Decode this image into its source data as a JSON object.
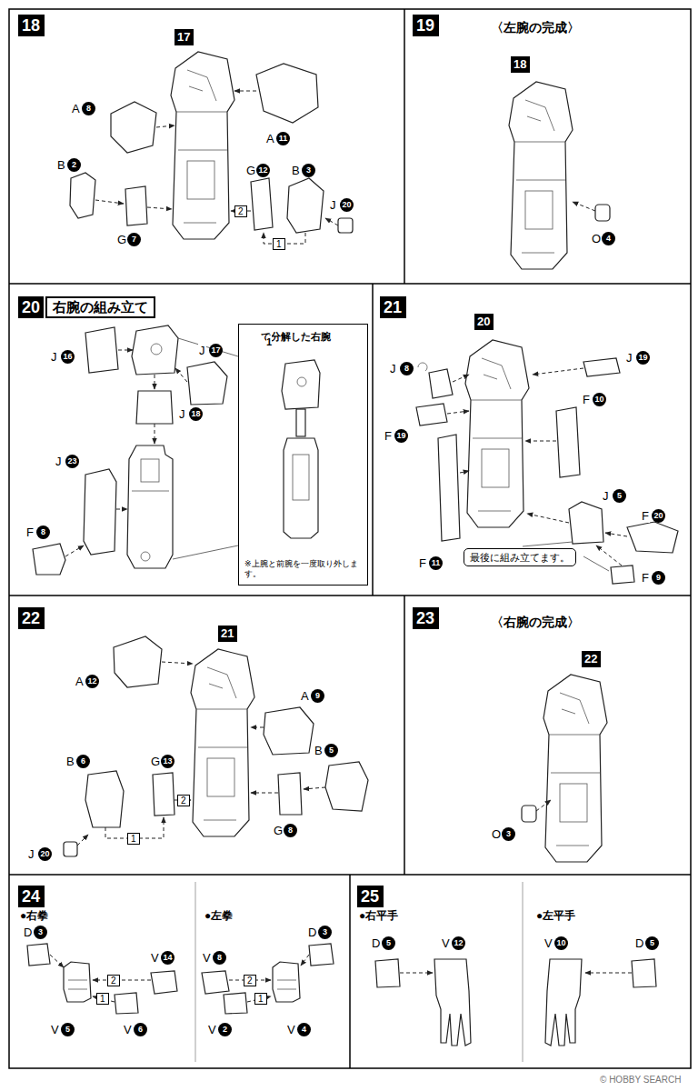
{
  "diagram": {
    "nodes": [
      {
        "text": [
          "18"
        ]
      },
      {
        "text": [
          "17"
        ]
      },
      {
        "text": [
          "2"
        ]
      },
      {
        "text": [
          "1"
        ]
      },
      {
        "text": [
          "19"
        ]
      },
      {
        "text": [
          "18"
        ]
      },
      {
        "text": [
          "20",
          "右腕の組み立て"
        ]
      },
      {
        "text": [
          "で分解した右腕",
          "※上腕と前腕を一度取り外します。"
        ]
      },
      {
        "text": [
          "1"
        ],
        "in": 7
      },
      {
        "text": [
          "21"
        ]
      },
      {
        "text": [
          "20"
        ]
      },
      {
        "text": [
          "最後に組み立てます。"
        ]
      },
      {
        "text": [
          "22"
        ]
      },
      {
        "text": [
          "21"
        ]
      },
      {
        "text": [
          "2"
        ]
      },
      {
        "text": [
          "1"
        ]
      },
      {
        "text": [
          "23"
        ]
      },
      {
        "text": [
          "22"
        ]
      },
      {
        "text": [
          "24"
        ]
      },
      {
        "text": [
          "2"
        ]
      },
      {
        "text": [
          "1"
        ]
      },
      {
        "text": [
          "2"
        ]
      },
      {
        "text": [
          "1"
        ]
      },
      {
        "text": [
          "25"
        ]
      }
    ],
    "labels": [
      "A",
      "8",
      "A",
      "11",
      "B",
      "2",
      "G",
      "7",
      "G",
      "12",
      "B",
      "3",
      "J",
      "20",
      "〈左腕の完成〉",
      "O",
      "4",
      "J",
      "16",
      "J",
      "17",
      "J",
      "18",
      "J",
      "23",
      "F",
      "8",
      "J",
      "8",
      "J",
      "19",
      "F",
      "19",
      "F",
      "10",
      "J",
      "5",
      "F",
      "20",
      "F",
      "11",
      "F",
      "9",
      "A",
      "12",
      "A",
      "9",
      "B",
      "6",
      "G",
      "13",
      "B",
      "5",
      "G",
      "8",
      "J",
      "20",
      "〈右腕の完成〉",
      "O",
      "3",
      "●右拳",
      "D",
      "3",
      "V",
      "14",
      "V",
      "5",
      "V",
      "6",
      "●左拳",
      "V",
      "8",
      "D",
      "3",
      "V",
      "2",
      "V",
      "4",
      "●右平手",
      "D",
      "5",
      "V",
      "12",
      "●左平手",
      "V",
      "10",
      "D",
      "5",
      "© HOBBY SEARCH"
    ]
  }
}
